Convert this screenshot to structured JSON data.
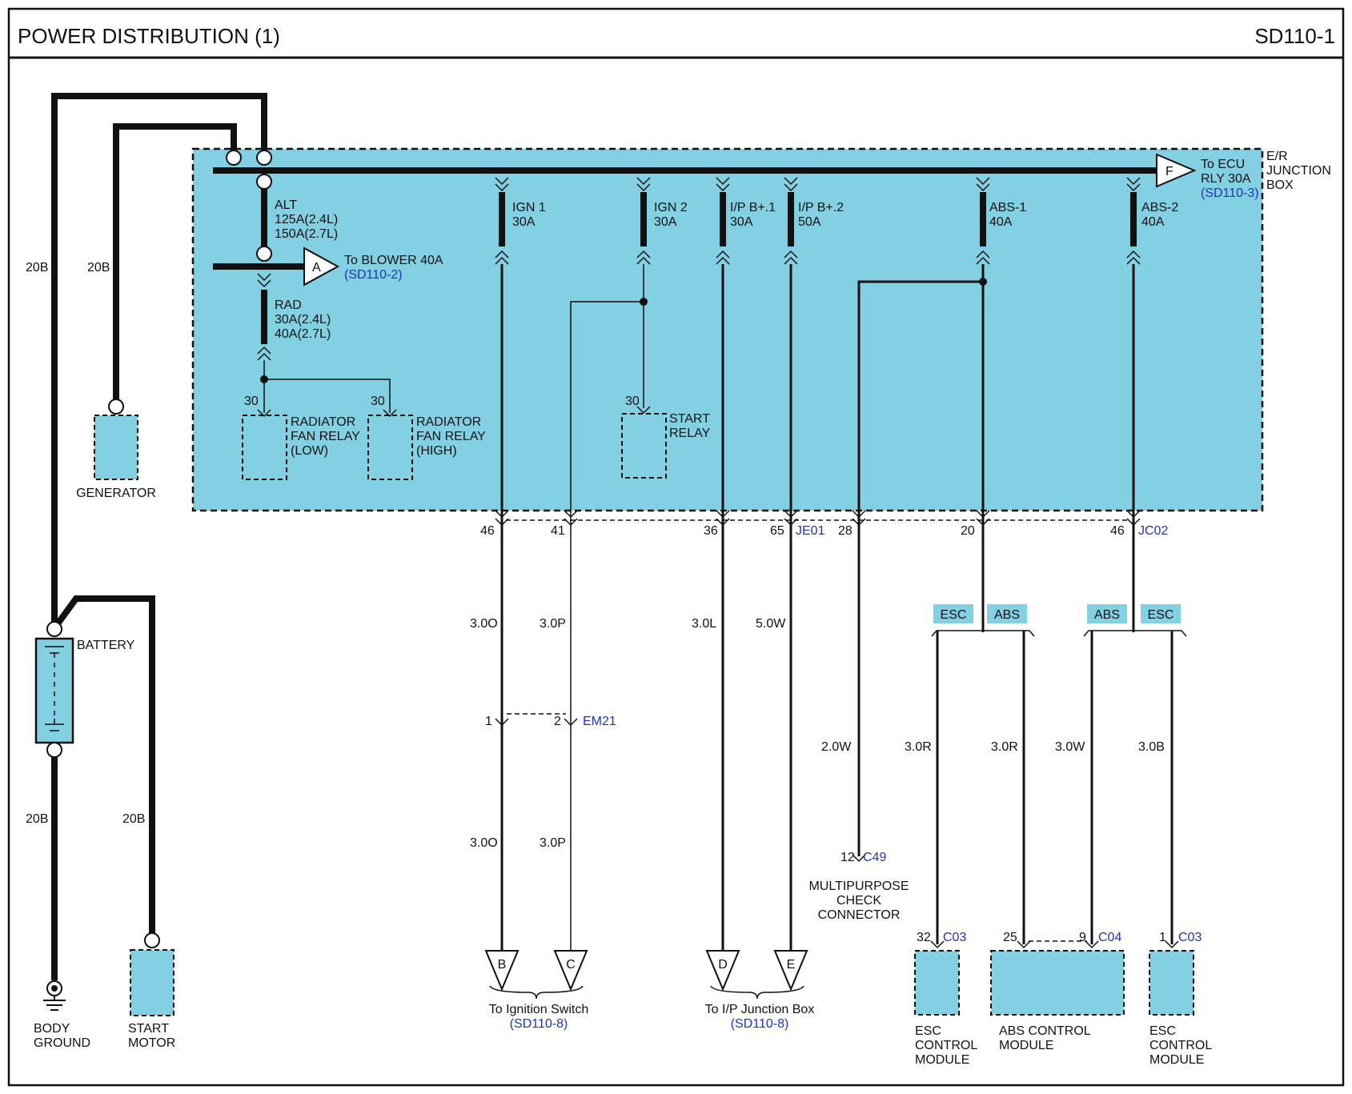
{
  "header": {
    "title": "POWER DISTRIBUTION (1)",
    "page_code": "SD110-1"
  },
  "colors": {
    "box_fill": "#82d0e2",
    "wire": "#111111",
    "ref_text": "#2233bb",
    "background": "#ffffff"
  },
  "junction_box": {
    "line1": "E/R",
    "line2": "JUNCTION",
    "line3": "BOX"
  },
  "fuses": {
    "alt": {
      "name": "ALT",
      "l1": "125A(2.4L)",
      "l2": "150A(2.7L)"
    },
    "rad": {
      "name": "RAD",
      "l1": "30A(2.4L)",
      "l2": "40A(2.7L)"
    },
    "ign1": {
      "name": "IGN 1",
      "rating": "30A"
    },
    "ign2": {
      "name": "IGN 2",
      "rating": "30A"
    },
    "ipb1": {
      "name": "I/P B+.1",
      "rating": "30A"
    },
    "ipb2": {
      "name": "I/P B+.2",
      "rating": "50A"
    },
    "abs1": {
      "name": "ABS-1",
      "rating": "40A"
    },
    "abs2": {
      "name": "ABS-2",
      "rating": "40A"
    }
  },
  "refs": {
    "blower": {
      "letter": "A",
      "text": "To BLOWER 40A",
      "ref": "(SD110-2)"
    },
    "ecu": {
      "letter": "F",
      "l1": "To ECU",
      "l2": "RLY 30A",
      "ref": "(SD110-3)"
    }
  },
  "relays": {
    "fan_low": {
      "pin": "30",
      "l1": "RADIATOR",
      "l2": "FAN RELAY",
      "l3": "(LOW)"
    },
    "fan_high": {
      "pin": "30",
      "l1": "RADIATOR",
      "l2": "FAN RELAY",
      "l3": "(HIGH)"
    },
    "start": {
      "pin": "30",
      "l1": "START",
      "l2": "RELAY"
    }
  },
  "components": {
    "generator": "GENERATOR",
    "battery": "BATTERY",
    "body_ground_l1": "BODY",
    "body_ground_l2": "GROUND",
    "start_motor_l1": "START",
    "start_motor_l2": "MOTOR",
    "mpc_l1": "MULTIPURPOSE",
    "mpc_l2": "CHECK",
    "mpc_l3": "CONNECTOR",
    "esc_l1": "ESC",
    "esc_l2": "CONTROL",
    "esc_l3": "MODULE",
    "abs_l1": "ABS CONTROL",
    "abs_l2": "MODULE"
  },
  "wires": {
    "gen_cable": "20B",
    "bat_cable": "20B",
    "ground_cable": "20B",
    "start_cable": "20B",
    "w46_top": "3.0O",
    "w41_top": "3.0P",
    "w36": "3.0L",
    "w65": "5.0W",
    "w46_bot": "3.0O",
    "w41_bot": "3.0P",
    "w28": "2.0W",
    "esc1": "3.0R",
    "abs1": "3.0R",
    "abs2": "3.0W",
    "esc2": "3.0B"
  },
  "pins": {
    "p46": "46",
    "p41": "41",
    "p36": "36",
    "p65": "65",
    "p28": "28",
    "p20": "20",
    "p46b": "46",
    "em1": "1",
    "em2": "2",
    "c49": "12",
    "c03a": "32",
    "c04a": "25",
    "c04b": "9",
    "c03b": "1"
  },
  "connectors": {
    "je01": "JE01",
    "jc02": "JC02",
    "em21": "EM21",
    "c49": "C49",
    "c03a": "C03",
    "c04": "C04",
    "c03b": "C03"
  },
  "tags": {
    "t1": "ESC",
    "t2": "ABS",
    "t3": "ABS",
    "t4": "ESC"
  },
  "offpage": {
    "b": "B",
    "c": "C",
    "d": "D",
    "e": "E",
    "ign_text": "To Ignition Switch",
    "ign_ref": "(SD110-8)",
    "ipj_text": "To I/P Junction Box",
    "ipj_ref": "(SD110-8)"
  }
}
